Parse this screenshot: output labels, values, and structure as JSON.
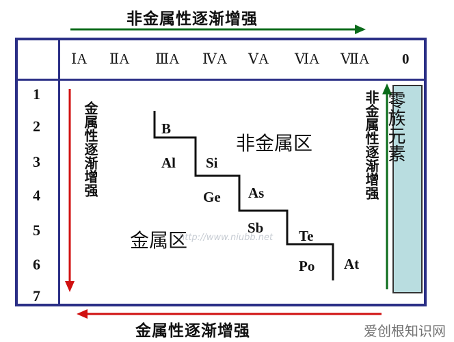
{
  "top_arrow_label": "非金属性逐渐增强",
  "bottom_arrow_label": "金属性逐渐增强",
  "groups": [
    "ⅠA",
    "ⅡA",
    "ⅢA",
    "ⅣA",
    "ⅤA",
    "ⅥA",
    "ⅦA",
    "0"
  ],
  "periods": [
    "1",
    "2",
    "3",
    "4",
    "5",
    "6",
    "7"
  ],
  "left_vertical_label": "金属性逐渐增强",
  "right_vertical_label": "非金属性逐渐增强",
  "noble_gas_box": "零族元素",
  "nonmetal_region": "非金属区",
  "metal_region": "金属区",
  "elements": [
    "B",
    "Al",
    "Si",
    "Ge",
    "As",
    "Sb",
    "Te",
    "Po",
    "At"
  ],
  "watermark": "http://www.niubb.net",
  "site_logo": "爱创根知识网",
  "colors": {
    "frame": "#2b2f86",
    "green_arrow": "#0a6b1a",
    "red_arrow": "#d01010",
    "box_fill": "#b9dde0"
  }
}
